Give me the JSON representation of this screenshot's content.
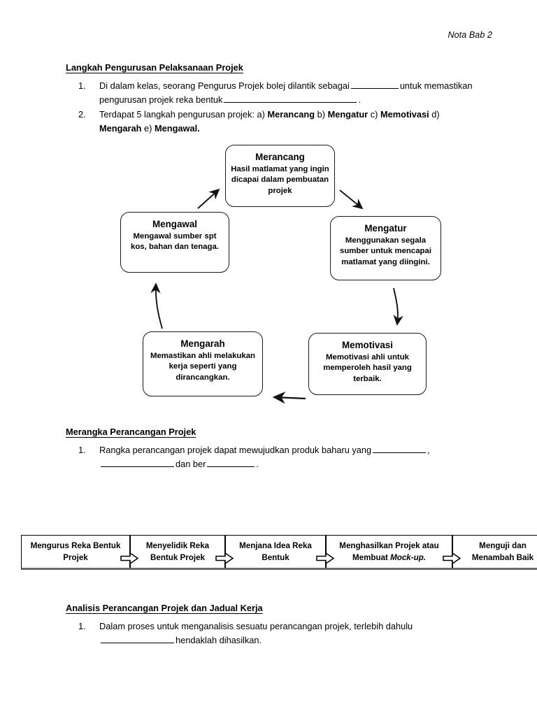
{
  "document": {
    "header_note": "Nota Bab 2"
  },
  "sections": [
    {
      "heading": "Langkah Pengurusan Pelaksanaan Projek",
      "items": [
        {
          "marker": "1.",
          "text": "Di dalam kelas, seorang Pengurus Projek bolej dilantik sebagai ______ untuk memastikan pengurusan projek reka bentuk ____________________________."
        },
        {
          "marker": "2.",
          "text": "Terdapat 5 langkah pengurusan projek: a) Merancang b) Mengatur c) Memotivasi d) Mengarah e) Mengawal."
        }
      ]
    },
    {
      "heading": "Merangka Perancangan Projek",
      "items": [
        {
          "marker": "1.",
          "text": "Rangka perancangan projek dapat mewujudkan produk baharu yang ________, __________ dan ber _________ ."
        }
      ]
    },
    {
      "heading": "Analisis Perancangan Projek dan Jadual Kerja",
      "items": [
        {
          "marker": "1.",
          "text": "Dalam proses untuk menganalisis sesuatu perancangan projek, terlebih dahulu _______________ hendaklah dihasilkan."
        }
      ]
    }
  ],
  "list_1": {
    "item1": {
      "marker": "1.",
      "part_a": "Di dalam kelas, seorang Pengurus Projek bolej dilantik sebagai",
      "part_b": "untuk memastikan pengurusan projek reka bentuk",
      "part_c": "."
    },
    "item2": {
      "marker": "2.",
      "lead": "Terdapat 5 langkah pengurusan projek:",
      "a_label": "a)",
      "a_value": "Merancang",
      "b_label": "b)",
      "b_value": "Mengatur",
      "c_label": "c)",
      "c_value": "Memotivasi",
      "d_label": "d)",
      "d_value": "Mengarah",
      "e_label": "e)",
      "e_value": "Mengawal."
    }
  },
  "list_2": {
    "item1": {
      "marker": "1.",
      "part_a": "Rangka perancangan projek dapat mewujudkan produk baharu yang",
      "part_b": ",",
      "part_c": "dan ber",
      "part_d": "."
    }
  },
  "list_3": {
    "item1": {
      "marker": "1.",
      "part_a": "Dalam proses untuk menganalisis sesuatu perancangan projek, terlebih dahulu",
      "part_b": "hendaklah dihasilkan."
    }
  },
  "cycle_diagram": {
    "type": "cycle",
    "nodes": [
      {
        "id": "merancang",
        "title": "Merancang",
        "body": "Hasil matlamat yang ingin dicapai dalam pembuatan projek"
      },
      {
        "id": "mengatur",
        "title": "Mengatur",
        "body": "Menggunakan segala sumber untuk mencapai matlamat yang diingini."
      },
      {
        "id": "memotivasi",
        "title": "Memotivasi",
        "body": "Memotivasi ahli untuk memperoleh hasil yang terbaik."
      },
      {
        "id": "mengarah",
        "title": "Mengarah",
        "body": "Memastikan ahli melakukan kerja seperti yang dirancangkan."
      },
      {
        "id": "mengawal",
        "title": "Mengawal",
        "body": "Mengawal sumber spt kos, bahan dan tenaga."
      }
    ],
    "edges": [
      {
        "from": "merancang",
        "to": "mengatur"
      },
      {
        "from": "mengatur",
        "to": "memotivasi"
      },
      {
        "from": "memotivasi",
        "to": "mengarah"
      },
      {
        "from": "mengarah",
        "to": "mengawal"
      },
      {
        "from": "mengawal",
        "to": "merancang"
      }
    ]
  },
  "process_chain": {
    "type": "linear-flow",
    "steps": [
      {
        "line1": "Mengurus Reka Bentuk",
        "line2": "Projek"
      },
      {
        "line1": "Menyelidik Reka",
        "line2": "Bentuk Projek"
      },
      {
        "line1": "Menjana Idea Reka",
        "line2": "Bentuk"
      },
      {
        "line1": "Menghasilkan Projek atau",
        "line2_pre": "Membuat ",
        "line2_italic": "Mock-up."
      },
      {
        "line1": "Menguji dan",
        "line2": "Menambah Baik"
      }
    ],
    "arrow_icon": "block-arrow-right"
  },
  "colors": {
    "text": "#000000",
    "box_border": "#1a1a1a",
    "chain_shadow": "#6b6b6b"
  }
}
